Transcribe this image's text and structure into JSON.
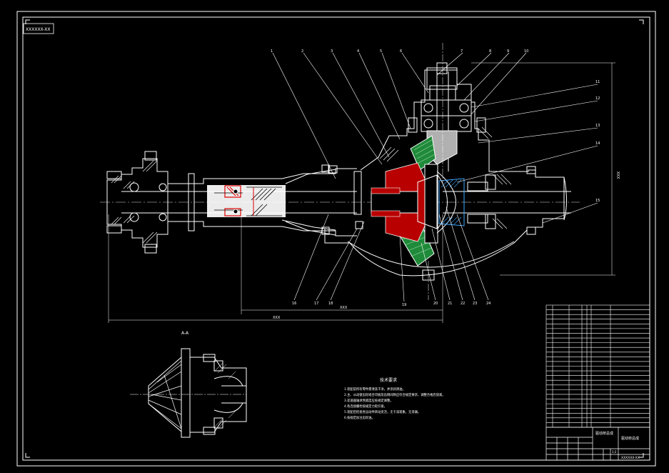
{
  "drawing_code": "XXXXXX-XX",
  "section_label": "A-A",
  "tech_requirements_title": "技术要求",
  "tech_requirements": [
    "1.装配前所有零件需清洗干净，并涂润滑油。",
    "2.主、从动锥齿轮啮合印痕及齿侧间隙应符合规定要求，调整合格后锁紧。",
    "3.差速器轴承预紧度应按规定调整。",
    "4.各连接螺栓按规定力矩拧紧。",
    "5.装配后检查各运动件转动灵活，无卡滞现象，无渗漏。",
    "6.按规定加注齿轮油。"
  ],
  "callouts_top": [
    "1",
    "2",
    "3",
    "4",
    "5",
    "6",
    "7",
    "8",
    "9",
    "10"
  ],
  "callouts_right": [
    "11",
    "12",
    "13",
    "14",
    "15"
  ],
  "callouts_bottom": [
    "16",
    "17",
    "18",
    "19",
    "20",
    "21",
    "22",
    "23",
    "24"
  ],
  "dimensions": {
    "total_length": "XXX",
    "inner_length": "XXX",
    "height": "XXX"
  },
  "title_block": {
    "assembly_name": "驱动桥总成",
    "drawing_title": "驱动桥总成",
    "scale": "1:2",
    "number": "XXXXXX-XX"
  },
  "parts_list_rows": 26
}
